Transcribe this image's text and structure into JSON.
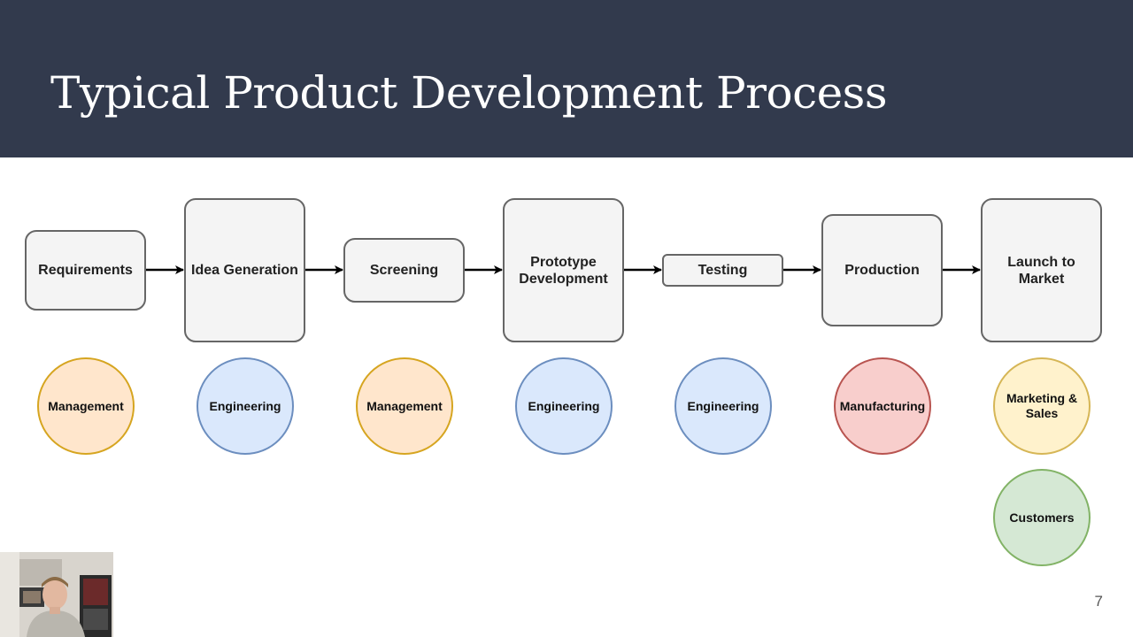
{
  "slide": {
    "title": "Typical Product Development Process",
    "page_number": "7"
  },
  "steps": [
    {
      "label": "Requirements"
    },
    {
      "label": "Idea Generation"
    },
    {
      "label": "Screening"
    },
    {
      "label": "Prototype\nDevelopment"
    },
    {
      "label": "Testing"
    },
    {
      "label": "Production"
    },
    {
      "label": "Launch to\nMarket"
    }
  ],
  "roles": [
    {
      "label": "Management",
      "fill": "#ffe6cc",
      "stroke": "#d6a520"
    },
    {
      "label": "Engineering",
      "fill": "#dae8fc",
      "stroke": "#6c8ebf"
    },
    {
      "label": "Management",
      "fill": "#ffe6cc",
      "stroke": "#d6a520"
    },
    {
      "label": "Engineering",
      "fill": "#dae8fc",
      "stroke": "#6c8ebf"
    },
    {
      "label": "Engineering",
      "fill": "#dae8fc",
      "stroke": "#6c8ebf"
    },
    {
      "label": "Manufacturing",
      "fill": "#f8cecc",
      "stroke": "#b85450"
    },
    {
      "label": "Marketing &\nSales",
      "fill": "#fff2cc",
      "stroke": "#d6b656"
    },
    {
      "label": "Customers",
      "fill": "#d5e8d4",
      "stroke": "#82b366"
    }
  ],
  "colors": {
    "header_bg": "#323a4d",
    "step_fill": "#f4f4f4",
    "step_stroke": "#666666"
  },
  "icons": [
    "arrow-right-icon",
    "webcam-presenter-video"
  ]
}
